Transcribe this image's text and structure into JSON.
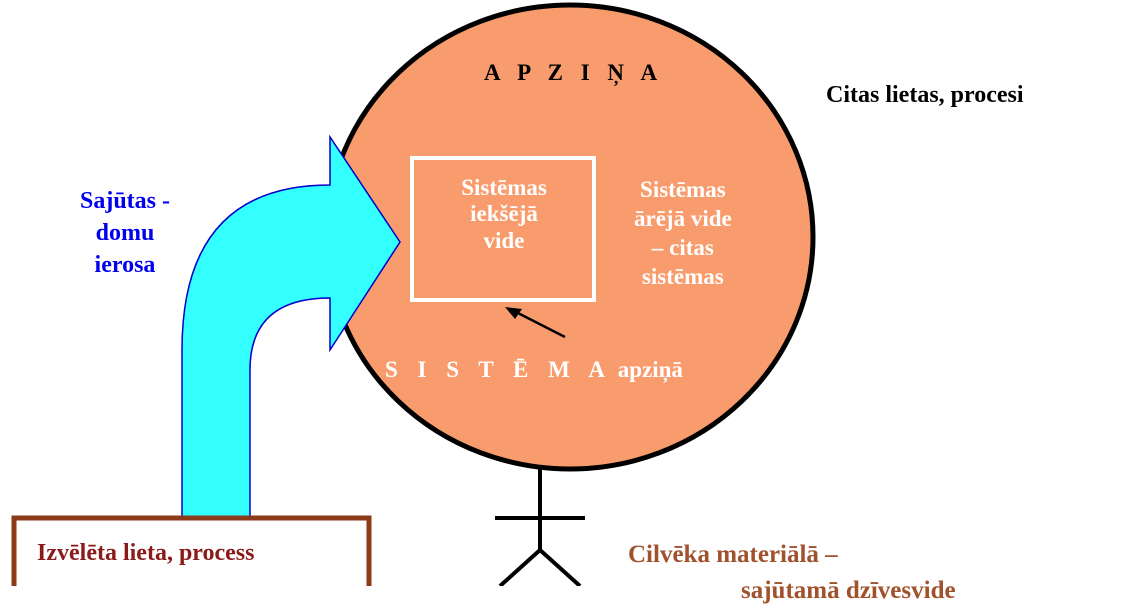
{
  "diagram": {
    "consciousness_title": "A P Z I Ņ A",
    "other_things": "Citas  lietas, procesi",
    "inner_env": [
      "Sistēmas",
      "iekšējā",
      "vide"
    ],
    "outer_env": [
      "Sistēmas",
      "ārējā vide",
      "– citas",
      "sistēmas"
    ],
    "system_spaced": "S I S T Ē M A",
    "system_suffix": "apziņā",
    "sensations": [
      "Sajūtas -",
      "domu",
      "ierosa"
    ],
    "chosen_thing": "Izvēlēta lieta, process",
    "environment_line1": "Cilvēka materiālā –",
    "environment_line2": "sajūtamā dzīvesvide",
    "colors": {
      "consciousness_fill": "#f99c6d",
      "arrow_fill": "#33ffff",
      "arrow_stroke": "#0000cc",
      "box_stroke": "#8b3a1a",
      "sensations_text": "#0000ee",
      "environment_text": "#a0522d"
    }
  }
}
